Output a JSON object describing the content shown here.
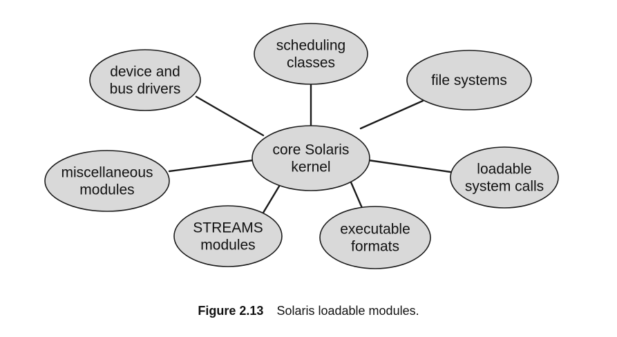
{
  "diagram": {
    "center": {
      "lines": [
        "core Solaris",
        "kernel"
      ]
    },
    "modules": [
      {
        "id": "scheduling-classes",
        "lines": [
          "scheduling",
          "classes"
        ]
      },
      {
        "id": "file-systems",
        "lines": [
          "file systems"
        ]
      },
      {
        "id": "loadable-system-calls",
        "lines": [
          "loadable",
          "system calls"
        ]
      },
      {
        "id": "executable-formats",
        "lines": [
          "executable",
          "formats"
        ]
      },
      {
        "id": "streams-modules",
        "lines": [
          "STREAMS",
          "modules"
        ]
      },
      {
        "id": "miscellaneous-modules",
        "lines": [
          "miscellaneous",
          "modules"
        ]
      },
      {
        "id": "device-and-bus-drivers",
        "lines": [
          "device and",
          "bus drivers"
        ]
      }
    ],
    "colors": {
      "node_fill": "#d9d9d9",
      "stroke": "#1a1a1a",
      "text": "#111111"
    }
  },
  "caption": {
    "figure_number": "Figure 2.13",
    "text": "Solaris loadable modules."
  }
}
